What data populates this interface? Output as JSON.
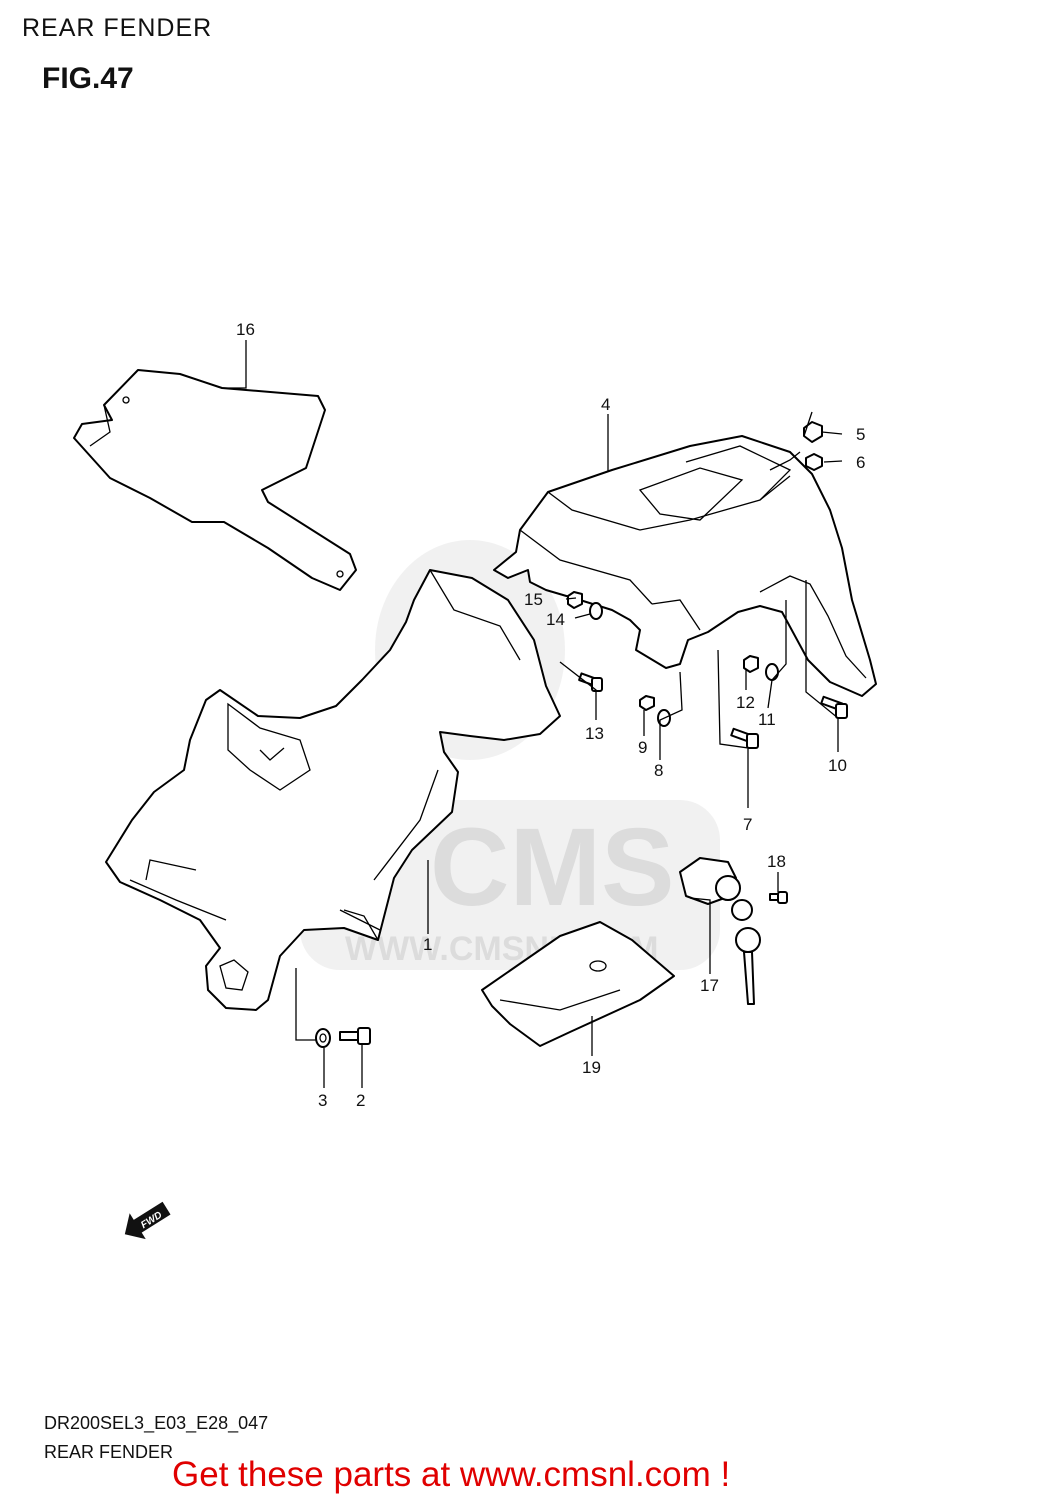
{
  "header": {
    "title": "REAR FENDER",
    "figure": "FIG.47"
  },
  "watermark": {
    "brand": "CMS",
    "url": "WWW.CMSNL.COM"
  },
  "parts": [
    {
      "id": "1",
      "label": "1"
    },
    {
      "id": "2",
      "label": "2"
    },
    {
      "id": "3",
      "label": "3"
    },
    {
      "id": "4",
      "label": "4"
    },
    {
      "id": "5",
      "label": "5"
    },
    {
      "id": "6",
      "label": "6"
    },
    {
      "id": "7",
      "label": "7"
    },
    {
      "id": "8",
      "label": "8"
    },
    {
      "id": "9",
      "label": "9"
    },
    {
      "id": "10",
      "label": "10"
    },
    {
      "id": "11",
      "label": "11"
    },
    {
      "id": "12",
      "label": "12"
    },
    {
      "id": "13",
      "label": "13"
    },
    {
      "id": "14",
      "label": "14"
    },
    {
      "id": "15",
      "label": "15"
    },
    {
      "id": "16",
      "label": "16"
    },
    {
      "id": "17",
      "label": "17"
    },
    {
      "id": "18",
      "label": "18"
    },
    {
      "id": "19",
      "label": "19"
    }
  ],
  "direction_marker": "FWD",
  "footer": {
    "code": "DR200SEL3_E03_E28_047",
    "name": "REAR FENDER",
    "promo": "Get these parts at www.cmsnl.com !",
    "promo_color": "#e00000"
  }
}
